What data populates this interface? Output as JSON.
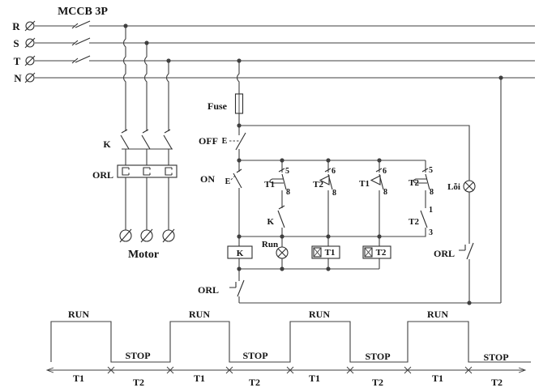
{
  "colors": {
    "background": "#ffffff",
    "line": "#3f3f3f",
    "text": "#141414"
  },
  "power": {
    "breaker_label": "MCCB 3P",
    "phases": [
      "R",
      "S",
      "T",
      "N"
    ],
    "contactor_label": "K",
    "overload_label": "ORL",
    "motor_label": "Motor"
  },
  "control": {
    "fuse_label": "Fuse",
    "off_label": "OFF",
    "on_label": "ON",
    "button_actuator": "E",
    "contacts": {
      "t1_58": {
        "label": "T1",
        "pin_top": "5",
        "pin_bottom": "8"
      },
      "t2_68": {
        "label": "T2",
        "pin_top": "6",
        "pin_bottom": "8"
      },
      "t1_68": {
        "label": "T1",
        "pin_top": "6",
        "pin_bottom": "8"
      },
      "t2_58": {
        "label": "T2",
        "pin_top": "5",
        "pin_bottom": "8"
      },
      "k_aux": {
        "label": "K"
      },
      "t2_13": {
        "label": "T2",
        "pin_top": "1",
        "pin_bottom": "3"
      }
    },
    "coils": {
      "contactor": "K",
      "timer1": "T1",
      "timer2": "T2"
    },
    "run_lamp_label": "Run",
    "fault_lamp_label": "Lỗi",
    "overload_main_label": "ORL",
    "overload_fault_label": "ORL"
  },
  "timing": {
    "sequence": [
      {
        "interval": "T1",
        "state": "RUN"
      },
      {
        "interval": "T2",
        "state": "STOP"
      },
      {
        "interval": "T1",
        "state": "RUN"
      },
      {
        "interval": "T2",
        "state": "STOP"
      },
      {
        "interval": "T1",
        "state": "RUN"
      },
      {
        "interval": "T2",
        "state": "STOP"
      },
      {
        "interval": "T1",
        "state": "RUN"
      },
      {
        "interval": "T2",
        "state": "STOP"
      }
    ]
  }
}
